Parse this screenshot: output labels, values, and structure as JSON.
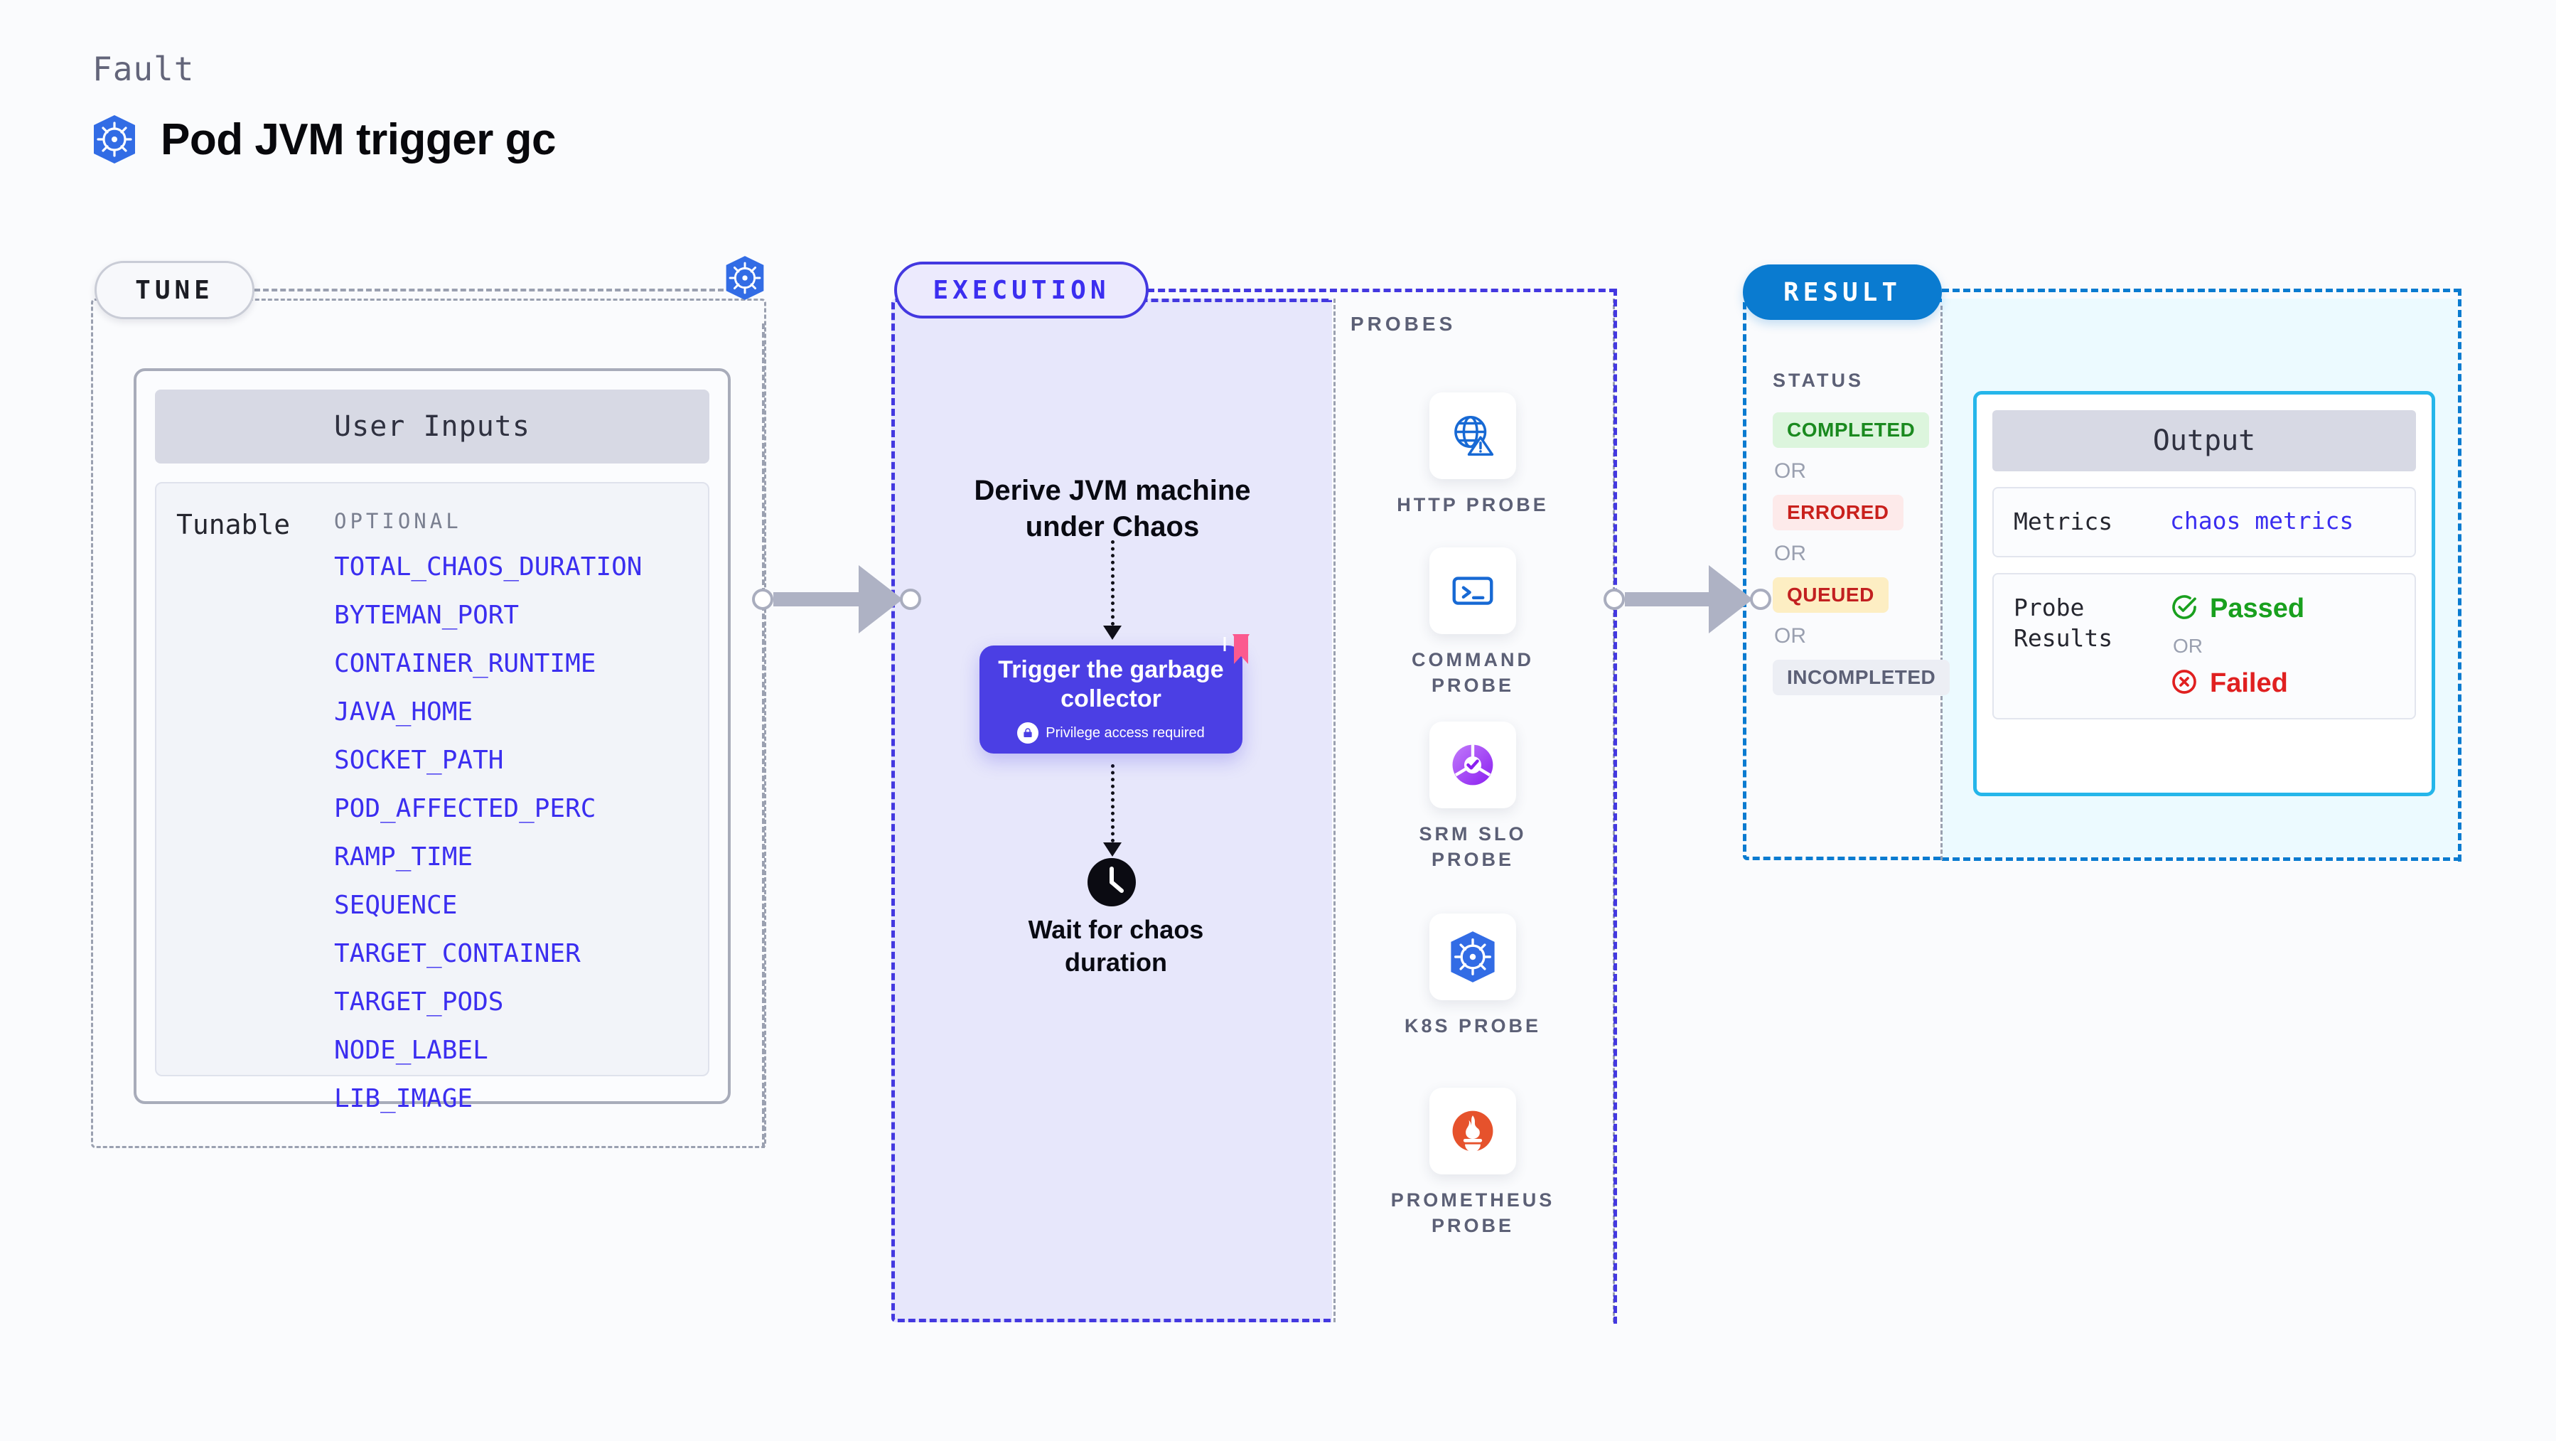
{
  "header": {
    "eyebrow": "Fault",
    "title": "Pod JVM trigger gc",
    "icon": "kubernetes-icon"
  },
  "tune": {
    "pill_label": "TUNE",
    "platform_icon": "kubernetes-icon",
    "user_inputs_title": "User Inputs",
    "row_label": "Tunable",
    "optional_label": "OPTIONAL",
    "tunables": [
      "TOTAL_CHAOS_DURATION",
      "BYTEMAN_PORT",
      "CONTAINER_RUNTIME",
      "JAVA_HOME",
      "SOCKET_PATH",
      "POD_AFFECTED_PERC",
      "RAMP_TIME",
      "SEQUENCE",
      "TARGET_CONTAINER",
      "TARGET_PODS",
      "NODE_LABEL",
      "LIB_IMAGE"
    ]
  },
  "execution": {
    "pill_label": "EXECUTION",
    "step1": "Derive JVM machine under Chaos",
    "action_card": {
      "title": "Trigger the garbage collector",
      "note": "Privilege access required",
      "note_icon": "lock-icon",
      "corner_icon": "litmus-chaos-icon"
    },
    "step2": "Wait for chaos duration",
    "step2_icon": "clock-icon"
  },
  "probes": {
    "label": "PROBES",
    "items": [
      {
        "name": "HTTP PROBE",
        "icon": "globe-warning-icon"
      },
      {
        "name": "COMMAND PROBE",
        "icon": "terminal-icon"
      },
      {
        "name": "SRM SLO PROBE",
        "icon": "slo-donut-check-icon"
      },
      {
        "name": "K8S PROBE",
        "icon": "kubernetes-icon"
      },
      {
        "name": "PROMETHEUS PROBE",
        "icon": "prometheus-icon"
      }
    ]
  },
  "result": {
    "pill_label": "RESULT",
    "status_label": "STATUS",
    "or_label": "OR",
    "statuses": [
      {
        "label": "COMPLETED",
        "tone": "success"
      },
      {
        "label": "ERRORED",
        "tone": "error"
      },
      {
        "label": "QUEUED",
        "tone": "warning"
      },
      {
        "label": "INCOMPLETED",
        "tone": "neutral"
      }
    ],
    "output": {
      "title": "Output",
      "metrics_key": "Metrics",
      "metrics_value": "chaos metrics",
      "probe_results_key": "Probe Results",
      "passed_label": "Passed",
      "passed_icon": "check-circle-icon",
      "or_label": "OR",
      "failed_label": "Failed",
      "failed_icon": "x-circle-icon"
    }
  },
  "colors": {
    "accent_indigo": "#3b2ef0",
    "accent_blue": "#0a7bd0",
    "k8s_blue": "#326ce5",
    "success_green": "#19a01e",
    "error_red": "#e02020",
    "warning_amber": "#fdeec3",
    "output_border": "#25b6ea",
    "litmus_pink": "#fb5a8f"
  }
}
